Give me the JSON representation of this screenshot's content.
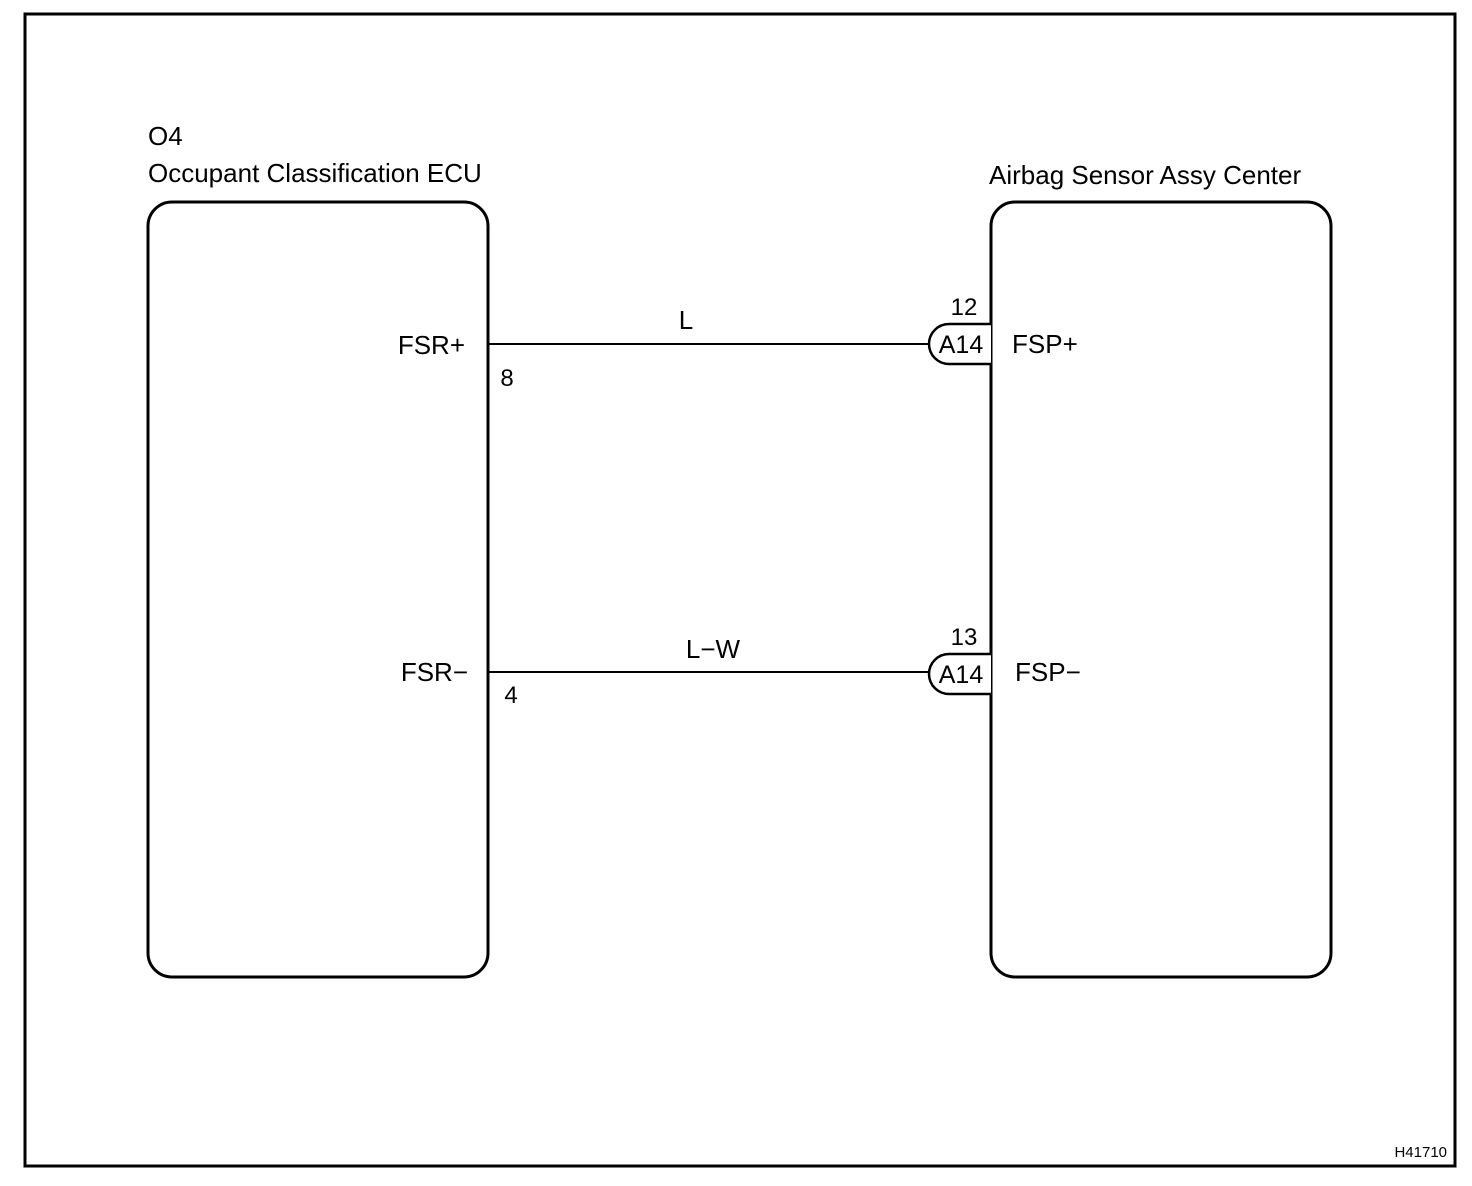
{
  "ecu_left": {
    "code": "O4",
    "name": "Occupant Classification ECU",
    "pins": [
      {
        "terminal": "FSR+",
        "pin": "8"
      },
      {
        "terminal": "FSR−",
        "pin": "4"
      }
    ]
  },
  "ecu_right": {
    "name": "Airbag Sensor Assy Center",
    "pins": [
      {
        "terminal": "FSP+",
        "connector": "A14",
        "pin": "12"
      },
      {
        "terminal": "FSP−",
        "connector": "A14",
        "pin": "13"
      }
    ]
  },
  "wires": [
    {
      "color_code": "L"
    },
    {
      "color_code": "L−W"
    }
  ],
  "figure_id": "H41710"
}
